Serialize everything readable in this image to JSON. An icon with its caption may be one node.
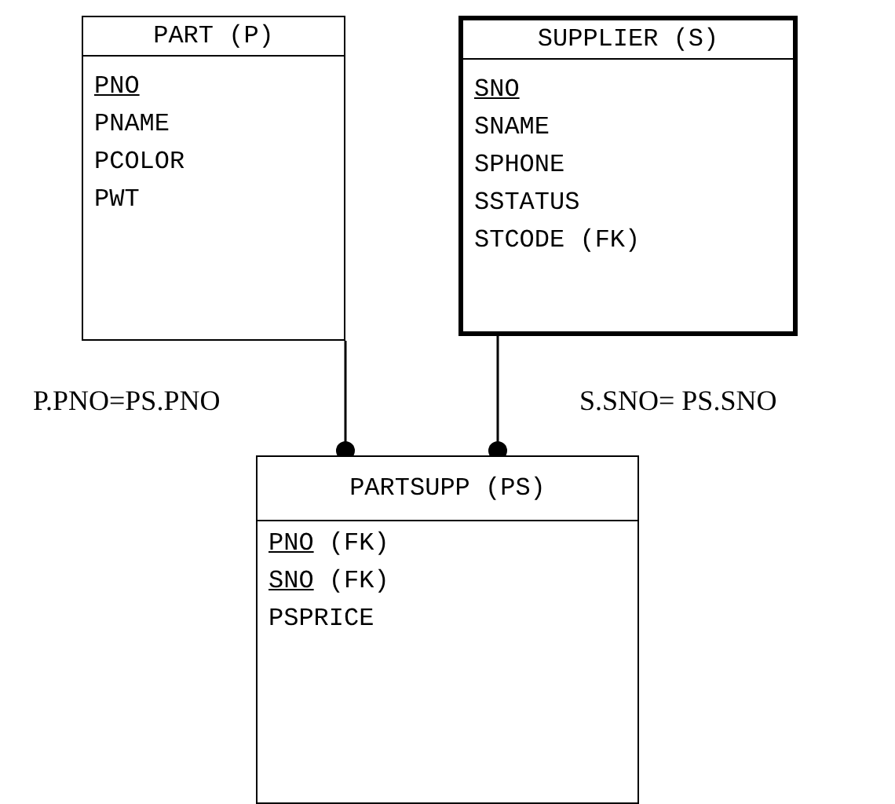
{
  "diagram": {
    "nodes": [
      {
        "text": [
          "PART (P)",
          "PNO",
          "PNAME",
          "PCOLOR",
          "PWT"
        ]
      },
      {
        "text": [
          "SUPPLIER (S)",
          "SNO",
          "SNAME",
          "SPHONE",
          "SSTATUS",
          "STCODE (FK)"
        ]
      },
      {
        "text": [
          "PARTSUPP (PS)",
          "PNO (FK)",
          "SNO (FK)",
          "PSPRICE"
        ]
      }
    ],
    "edges": [
      {
        "from": 0,
        "to": 2,
        "arrow": "other",
        "label": "P.PNO=PS.PNO"
      },
      {
        "from": 1,
        "to": 2,
        "arrow": "other",
        "label": "S.SNO= PS.SNO"
      }
    ]
  }
}
